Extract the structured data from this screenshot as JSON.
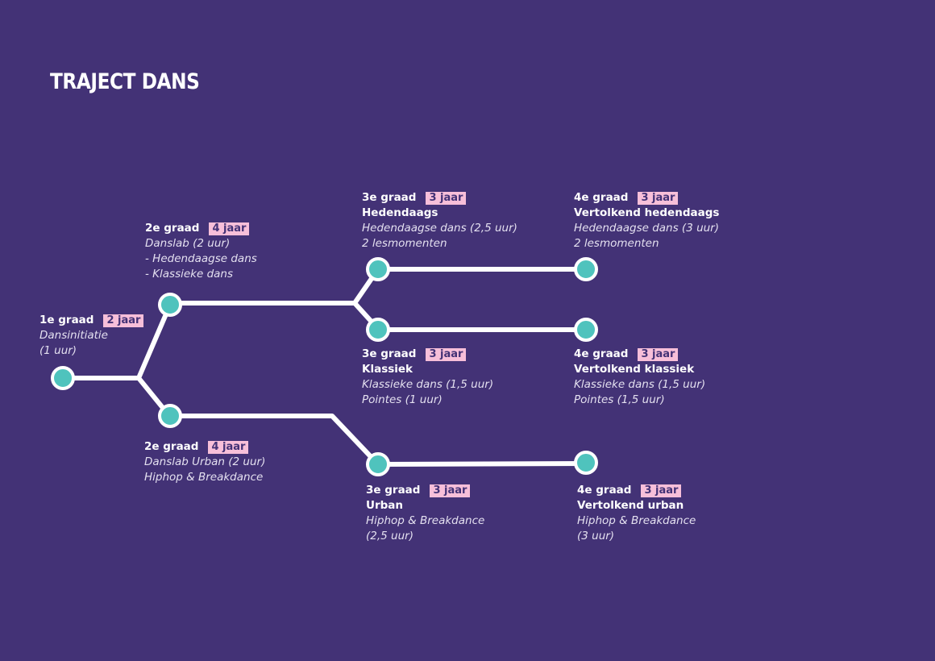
{
  "title": "TRAJECT DANS",
  "colors": {
    "background": "#433276",
    "line": "#ffffff",
    "node_fill": "#4fc3bd",
    "badge_bg": "#f7bfd9",
    "badge_text": "#433276"
  },
  "stages": [
    {
      "id": "g1",
      "graad": "1e graad",
      "duration": "2 jaar",
      "name": "",
      "lines": [
        "Dansinitiatie",
        "(1 uur)"
      ]
    },
    {
      "id": "g2a",
      "graad": "2e graad",
      "duration": "4 jaar",
      "name": "",
      "lines": [
        "Danslab (2 uur)",
        "- Hedendaagse dans",
        "- Klassieke dans"
      ]
    },
    {
      "id": "g2b",
      "graad": "2e graad",
      "duration": "4 jaar",
      "name": "",
      "lines": [
        "Danslab Urban (2 uur)",
        "Hiphop & Breakdance"
      ]
    },
    {
      "id": "g3a",
      "graad": "3e graad",
      "duration": "3 jaar",
      "name": "Hedendaags",
      "lines": [
        "Hedendaagse dans (2,5 uur)",
        "2 lesmomenten"
      ]
    },
    {
      "id": "g3b",
      "graad": "3e graad",
      "duration": "3 jaar",
      "name": "Klassiek",
      "lines": [
        "Klassieke dans (1,5 uur)",
        "Pointes (1 uur)"
      ]
    },
    {
      "id": "g3c",
      "graad": "3e graad",
      "duration": "3 jaar",
      "name": "Urban",
      "lines": [
        "Hiphop & Breakdance",
        "(2,5 uur)"
      ]
    },
    {
      "id": "g4a",
      "graad": "4e graad",
      "duration": "3 jaar",
      "name": "Vertolkend hedendaags",
      "lines": [
        "Hedendaagse dans (3 uur)",
        "2 lesmomenten"
      ]
    },
    {
      "id": "g4b",
      "graad": "4e graad",
      "duration": "3 jaar",
      "name": "Vertolkend klassiek",
      "lines": [
        "Klassieke dans (1,5 uur)",
        "Pointes (1,5 uur)"
      ]
    },
    {
      "id": "g4c",
      "graad": "4e graad",
      "duration": "3 jaar",
      "name": "Vertolkend urban",
      "lines": [
        "Hiphop & Breakdance",
        "(3 uur)"
      ]
    }
  ],
  "connections": [
    [
      "g1",
      "g2a"
    ],
    [
      "g1",
      "g2b"
    ],
    [
      "g2a",
      "g3a"
    ],
    [
      "g2a",
      "g3b"
    ],
    [
      "g2b",
      "g3c"
    ],
    [
      "g3a",
      "g4a"
    ],
    [
      "g3b",
      "g4b"
    ],
    [
      "g3c",
      "g4c"
    ]
  ]
}
